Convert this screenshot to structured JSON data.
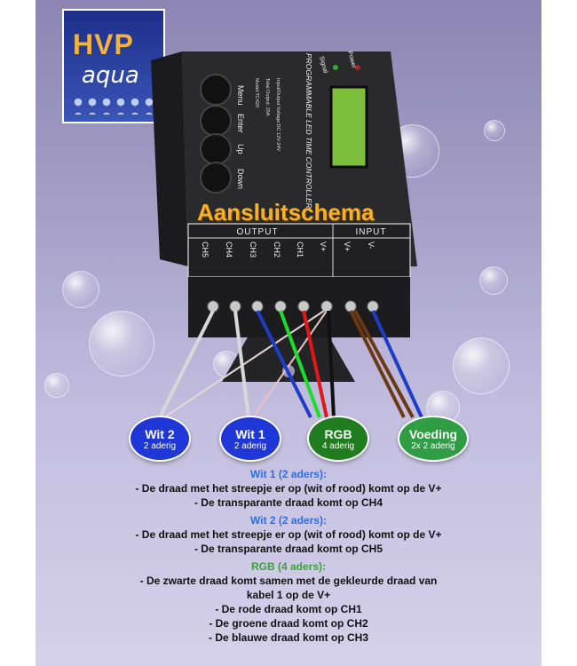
{
  "logo": {
    "brand": "HVP",
    "sub": "aqua"
  },
  "title": "Aansluitschema",
  "device": {
    "product_name": "PROGRAMMABLE LED TIME CONTROLLER",
    "specs": [
      "Model:TC420",
      "Total Output: 20A",
      "Input/Output Voltage:DC 12V-24V"
    ],
    "leds": [
      "Signal",
      "Power"
    ],
    "buttons": [
      "Menu",
      "Enter",
      "Up",
      "Down"
    ],
    "output_label": "OUTPUT",
    "input_label": "INPUT",
    "channels": [
      "CH5",
      "CH4",
      "CH3",
      "CH2",
      "CH1",
      "V+",
      "V+",
      "V-"
    ]
  },
  "colors": {
    "wit2": "#1e37d6",
    "wit1": "#1e37d6",
    "rgb": "#1f7d1f",
    "voeding": "#2e9d44",
    "title": "#f6b12a"
  },
  "bubbles": [
    {
      "id": "wit2",
      "label": "Wit 2",
      "sub": "2 aderig"
    },
    {
      "id": "wit1",
      "label": "Wit 1",
      "sub": "2 aderig"
    },
    {
      "id": "rgb",
      "label": "RGB",
      "sub": "4 aderig"
    },
    {
      "id": "voeding",
      "label": "Voeding",
      "sub": "2x 2 aderig"
    }
  ],
  "instructions": [
    {
      "heading": "Wit 1 (2 aders):",
      "color": "blue",
      "lines": [
        "- De draad met het streepje er op (wit of rood) komt op de V+",
        "- De transparante draad komt op CH4"
      ]
    },
    {
      "heading": "Wit 2 (2 aders):",
      "color": "blue",
      "lines": [
        "- De draad met het streepje er op (wit of rood) komt op de V+",
        "- De transparante draad komt op CH5"
      ]
    },
    {
      "heading": "RGB (4 aders):",
      "color": "green",
      "lines": [
        "- De zwarte draad komt samen met de gekleurde draad van",
        "kabel 1 op de V+",
        "- De rode draad komt op CH1",
        "- De groene draad komt op CH2",
        "- De blauwe draad komt op CH3"
      ]
    }
  ]
}
